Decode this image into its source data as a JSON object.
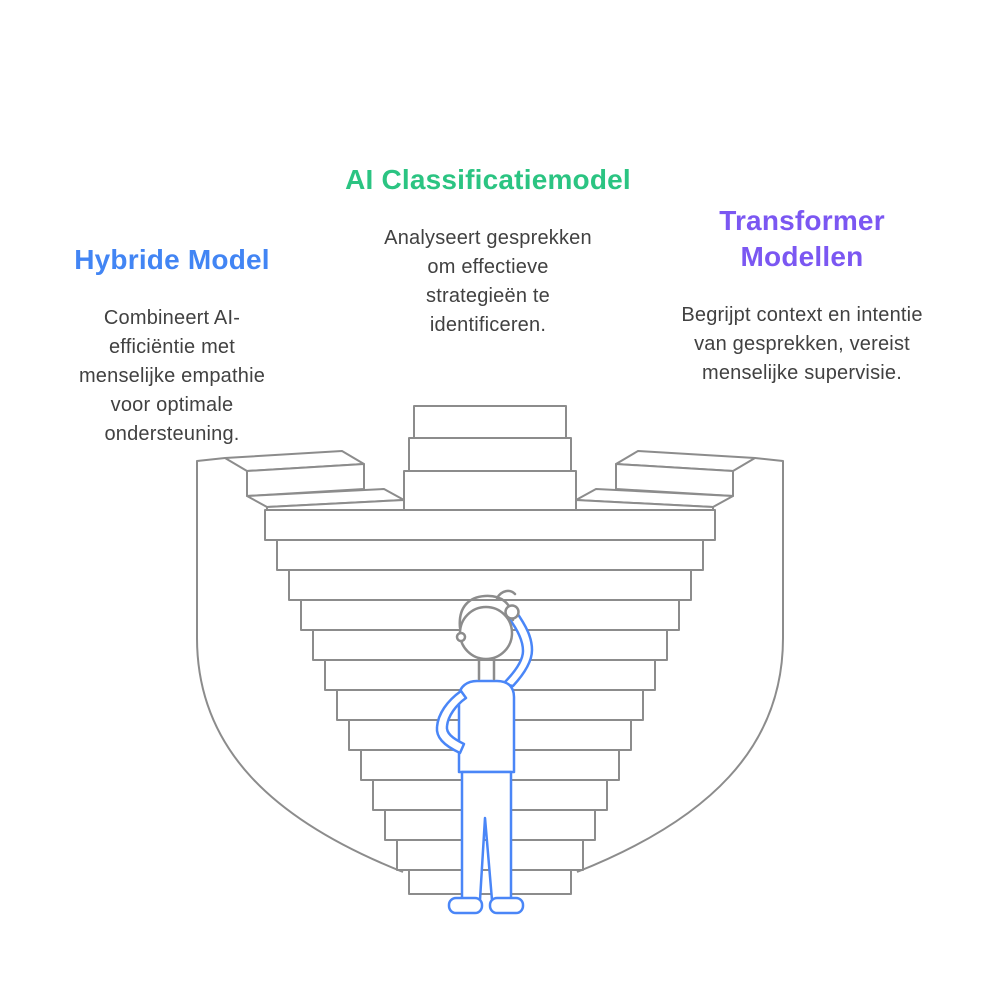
{
  "page": {
    "background": "#ffffff"
  },
  "palette": {
    "hybride_title": "#4285f4",
    "classificatie_title": "#2bc482",
    "transformer_title": "#7b57f2",
    "body_text": "#414141",
    "line_art": "#8c8c8c",
    "figure_accent": "#4a86f7"
  },
  "columns": [
    {
      "title": "Hybride Model",
      "body": "Combineert AI-efficiëntie met menselijke empathie voor optimale ondersteuning."
    },
    {
      "title": "AI Classificatiemodel",
      "body": "Analyseert gesprekken om effectieve strategieën te identificeren."
    },
    {
      "title": "Transformer Modellen",
      "body": "Begrijpt context en intentie van gesprekken, vereist menselijke supervisie."
    }
  ],
  "illustration": {
    "alt": "Line drawing of a person scratching their head while looking up at a branching staircase"
  }
}
